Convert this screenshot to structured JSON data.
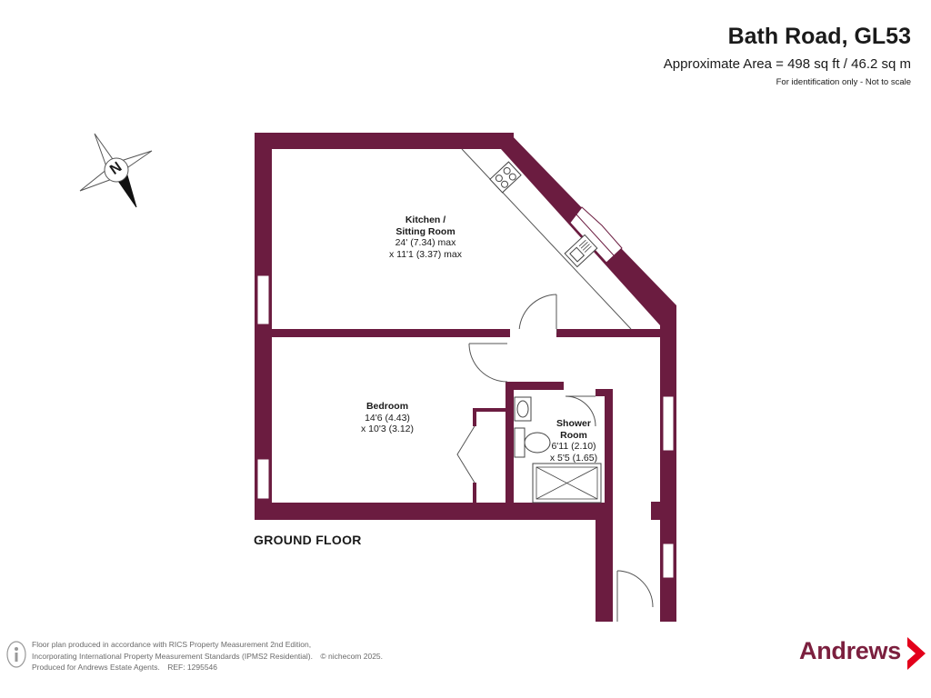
{
  "header": {
    "title": "Bath Road, GL53",
    "area": "Approximate Area = 498 sq ft / 46.2 sq m",
    "note": "For identification only - Not to scale"
  },
  "compass": {
    "letter": "N"
  },
  "rooms": {
    "kitchen": {
      "name_line1": "Kitchen /",
      "name_line2": "Sitting Room",
      "dim1": "24' (7.34) max",
      "dim2": "x 11'1 (3.37) max"
    },
    "bedroom": {
      "name": "Bedroom",
      "dim1": "14'6 (4.43)",
      "dim2": "x 10'3 (3.12)"
    },
    "shower": {
      "name_line1": "Shower",
      "name_line2": "Room",
      "dim1": "6'11 (2.10)",
      "dim2": "x 5'5 (1.65)"
    }
  },
  "floor_label": "GROUND FLOOR",
  "footer": {
    "line1": "Floor plan produced in accordance with RICS Property Measurement 2nd Edition,",
    "line2": "Incorporating International Property Measurement Standards (IPMS2 Residential).",
    "copyright": "© nichecom 2025.",
    "line3": "Produced for Andrews Estate Agents.",
    "ref": "REF: 1295546"
  },
  "brand": {
    "name": "Andrews"
  },
  "colors": {
    "wall": "#6b1c40",
    "brand": "#7b1f3e",
    "brand_arrow": "#e3001b"
  }
}
